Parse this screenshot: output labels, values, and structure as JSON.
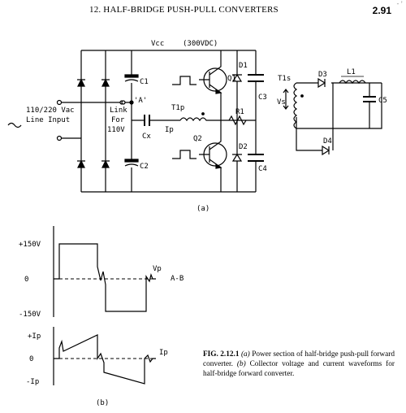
{
  "header": {
    "section_title": "12. HALF-BRIDGE PUSH-PULL CONVERTERS",
    "page_number": "2.91",
    "corner_mark": "- ’"
  },
  "circuit": {
    "vcc_label": "Vcc",
    "vcc_value": "(300VDC)",
    "line_input_1": "110/220 Vac",
    "line_input_2": "Line Input",
    "link_1": "Link",
    "link_2": "For",
    "link_3": "110V",
    "node_a": "'A'",
    "c1": "C1",
    "c2": "C2",
    "c3": "C3",
    "c4": "C4",
    "c5": "C5",
    "cx": "Cx",
    "q1": "Q1",
    "q2": "Q2",
    "d1": "D1",
    "d2": "D2",
    "d3": "D3",
    "d4": "D4",
    "r1": "R1",
    "t1p": "T1p",
    "t1s": "T1s",
    "ip": "Ip",
    "vs": "Vs",
    "l1": "L1",
    "part_label": "(a)"
  },
  "waveform_v": {
    "tick_pos": "+150V",
    "tick_zero": "0",
    "tick_neg": "-150V",
    "label": "Vp",
    "label_suffix": "A-B"
  },
  "waveform_i": {
    "tick_pos": "+Ip",
    "tick_zero": "0",
    "tick_neg": "-Ip",
    "label": "Ip",
    "part_label": "(b)"
  },
  "caption": {
    "figure_id": "FIG. 2.12.1",
    "a_marker": "(a)",
    "text_a": "Power section of half-bridge push-pull forward converter.",
    "b_marker": "(b)",
    "text_b": "Collector voltage and current waveforms for half-bridge forward converter."
  }
}
